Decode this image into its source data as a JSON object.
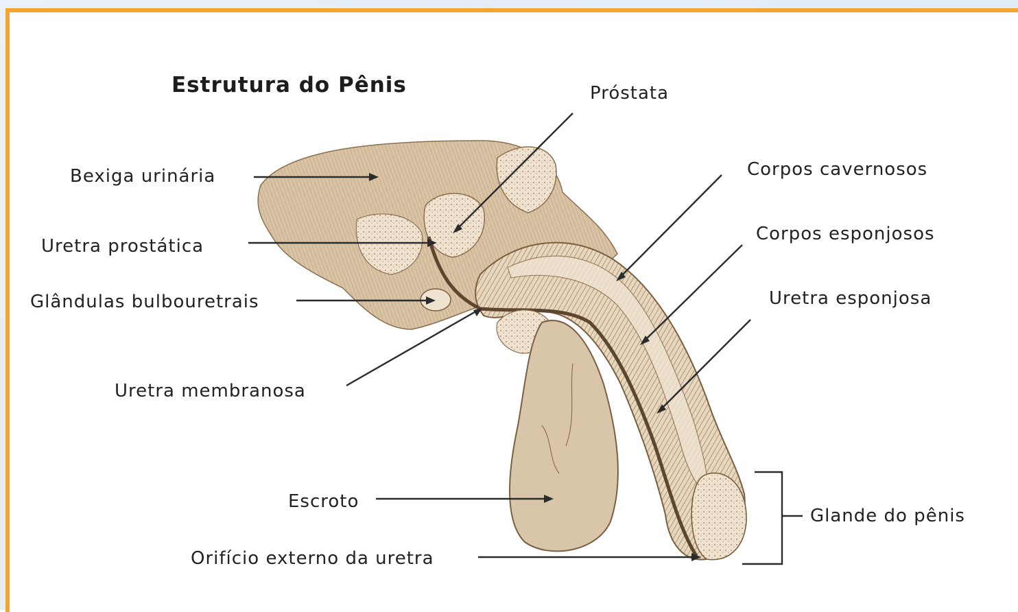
{
  "title": "Estrutura do Pênis",
  "colors": {
    "accent_border": "#f4a530",
    "tissue_fill": "#dcc9ad",
    "tissue_stroke": "#8a6e4f",
    "label_text": "#222222"
  },
  "labels": {
    "prostata": "Próstata",
    "bexiga": "Bexiga urinária",
    "uretra_prostatica": "Uretra prostática",
    "glandulas": "Glândulas bulbouretrais",
    "uretra_membranosa": "Uretra membranosa",
    "escroto": "Escroto",
    "orificio": "Orifício externo da uretra",
    "corpos_cavernosos": "Corpos cavernosos",
    "corpos_esponjosos": "Corpos esponjosos",
    "uretra_esponjosa": "Uretra esponjosa",
    "glande": "Glande do pênis"
  }
}
